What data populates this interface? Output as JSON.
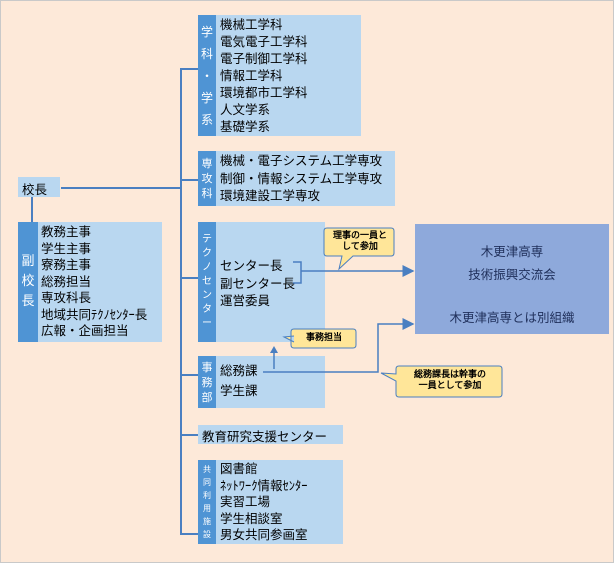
{
  "president": "校長",
  "vice_president": {
    "label_chars": [
      "副",
      "校",
      "長"
    ],
    "items": [
      "教務主事",
      "学生主事",
      "寮務主事",
      "総務担当",
      "専攻科長",
      "地域共同ﾃｸﾉｾﾝﾀｰ長",
      "広報・企画担当"
    ]
  },
  "departments": {
    "label_chars": [
      "学",
      "科",
      "・",
      "学",
      "系"
    ],
    "items": [
      "機械工学科",
      "電気電子工学科",
      "電子制御工学科",
      "情報工学科",
      "環境都市工学科",
      "人文学系",
      "基礎学系"
    ]
  },
  "advanced_courses": {
    "label_chars": [
      "専",
      "攻",
      "科"
    ],
    "items": [
      "機械・電子システム工学専攻",
      "制御・情報システム工学専攻",
      "環境建設工学専攻"
    ]
  },
  "techno_center": {
    "label_chars": [
      "テ",
      "ク",
      "ノ",
      "セ",
      "ン",
      "タ",
      "ー"
    ],
    "items": [
      "センター長",
      "副センター長",
      "運営委員"
    ]
  },
  "admin_office": {
    "label_chars": [
      "事",
      "務",
      "部"
    ],
    "items": [
      "総務課",
      "学生課"
    ]
  },
  "research_support": "教育研究支援センター",
  "shared_facilities": {
    "label_chars": [
      "共",
      "同",
      "利",
      "用",
      "施",
      "設"
    ],
    "items": [
      "図書館",
      "ﾈｯﾄﾜｰｸ情報ｾﾝﾀｰ",
      "実習工場",
      "学生相談室",
      "男女共同参画室"
    ]
  },
  "external_org": {
    "line1": "木更津高専",
    "line2": "技術振興交流会",
    "line3": "木更津高専とは別組織"
  },
  "callouts": {
    "director_member": [
      "理事の一員と",
      "して参加"
    ],
    "secretariat": "事務担当",
    "general_affairs": [
      "総務課長は幹事の",
      "一員として参加"
    ]
  },
  "colors": {
    "background": "#fde9d9",
    "box": "#b9d7f0",
    "label_box": "#4f94d4",
    "line": "#4a7fc1",
    "external_box": "#8ea9db",
    "callout": "#ffe699"
  }
}
